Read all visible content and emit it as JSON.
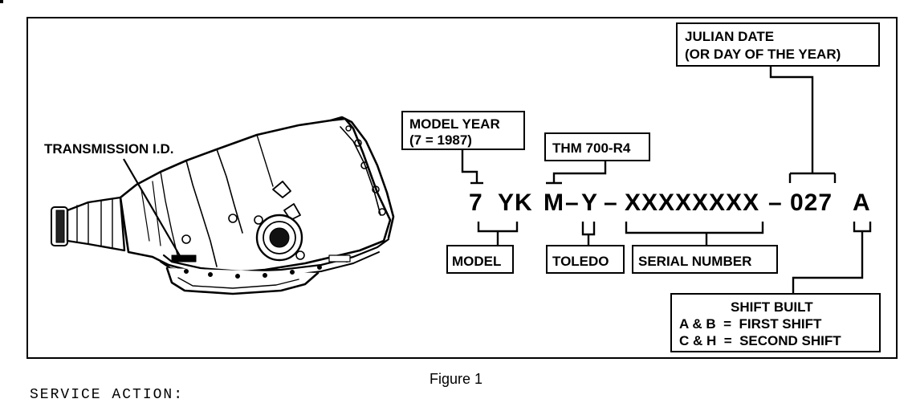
{
  "labels": {
    "transmission_id": "TRANSMISSION I.D.",
    "model_year_line1": "MODEL YEAR",
    "model_year_line2": "(7 = 1987)",
    "thm": "THM 700-R4",
    "julian_line1": "JULIAN DATE",
    "julian_line2": "(OR DAY OF THE YEAR)",
    "model": "MODEL",
    "toledo": "TOLEDO",
    "serial_number": "SERIAL NUMBER",
    "shift_line1": "SHIFT BUILT",
    "shift_line2": "A & B  =  FIRST SHIFT",
    "shift_line3": "C & H  =  SECOND SHIFT"
  },
  "code": {
    "year": "7",
    "model": "YK",
    "m": "M",
    "dash1": "–",
    "y": "Y",
    "dash2": "–",
    "serial": "XXXXXXXX",
    "dash3": "–",
    "julian": "027",
    "shift": "A"
  },
  "caption": "Figure 1",
  "service_action": "SERVICE ACTION:"
}
